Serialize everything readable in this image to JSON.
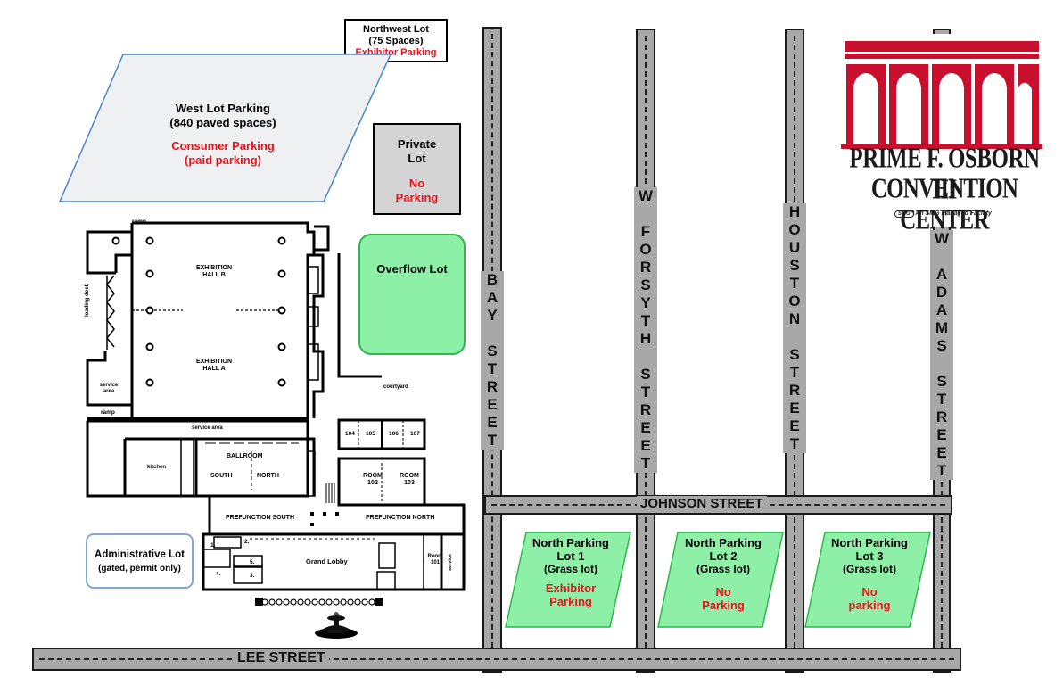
{
  "northwest_lot": {
    "line1": "Northwest Lot",
    "line2": "(75 Spaces)",
    "line3": "Exhibitor Parking"
  },
  "west_lot": {
    "line1": "West Lot Parking",
    "line2": "(840 paved spaces)",
    "line3": "Consumer Parking",
    "line4": "(paid parking)"
  },
  "private_lot": {
    "line1": "Private",
    "line2": "Lot",
    "line3": "No",
    "line4": "Parking"
  },
  "overflow_lot": {
    "label": "Overflow Lot"
  },
  "admin_lot": {
    "line1": "Administrative Lot",
    "line2": "(gated, permit only)"
  },
  "north_lot_1": {
    "line1": "North Parking",
    "line2": "Lot 1",
    "line3": "(Grass lot)",
    "line4": "Exhibitor",
    "line5": "Parking"
  },
  "north_lot_2": {
    "line1": "North Parking",
    "line2": "Lot 2",
    "line3": "(Grass lot)",
    "line4": "No",
    "line5": "Parking"
  },
  "north_lot_3": {
    "line1": "North Parking",
    "line2": "Lot 3",
    "line3": "(Grass lot)",
    "line4": "No",
    "line5": "parking"
  },
  "streets": {
    "bay": "B\nA\nY\n\nS\nT\nR\nE\nE\nT",
    "forsyth": "W\n\nF\nO\nR\nS\nY\nT\nH\n\nS\nT\nR\nE\nE\nT",
    "houston": "H\nO\nU\nS\nT\nO\nN\n\nS\nT\nR\nE\nE\nT",
    "adams": "W\n\nA\nD\nA\nM\nS\n\nS\nT\nR\nE\nE\nT",
    "johnson": "JOHNSON STREET",
    "lee": "LEE STREET"
  },
  "logo": {
    "line1": "PRIME F. OSBORN III",
    "line2": "CONVENTION CENTER",
    "badge": "SMG",
    "tagline": "An SMG Managed Facility",
    "brand_color": "#c8102e"
  },
  "floorplan": {
    "ramp_top": "ramp",
    "ramp_bottom": "ramp",
    "hall_b": "EXHIBITION\nHALL B",
    "hall_a": "EXHIBITION\nHALL A",
    "loading_dock": "loading dock",
    "service_area_left": "service\narea",
    "service_area_mid": "service area",
    "courtyard": "courtyard",
    "kitchen": "kitchen",
    "ballroom": "BALLROOM",
    "south": "SOUTH",
    "north": "NORTH",
    "rooms_small": [
      "104",
      "105",
      "106",
      "107"
    ],
    "room_102": "ROOM\n102",
    "room_103": "ROOM\n103",
    "prefunction_south": "PREFUNCTION SOUTH",
    "prefunction_north": "PREFUNCTION NORTH",
    "grand_lobby": "Grand Lobby",
    "room_101": "Room\n101",
    "service_right": "service",
    "office_numbers": [
      "1.",
      "2.",
      "3.",
      "4.",
      "5."
    ]
  },
  "colors": {
    "road_fill": "#a8a8a8",
    "lot_green": "#8ef0a6",
    "lot_green_border": "#2db84c",
    "west_lot_fill": "#eef0f2",
    "west_lot_border": "#4a86c8",
    "private_lot_fill": "#d4d4d4",
    "no_parking_red": "#e8131e"
  }
}
